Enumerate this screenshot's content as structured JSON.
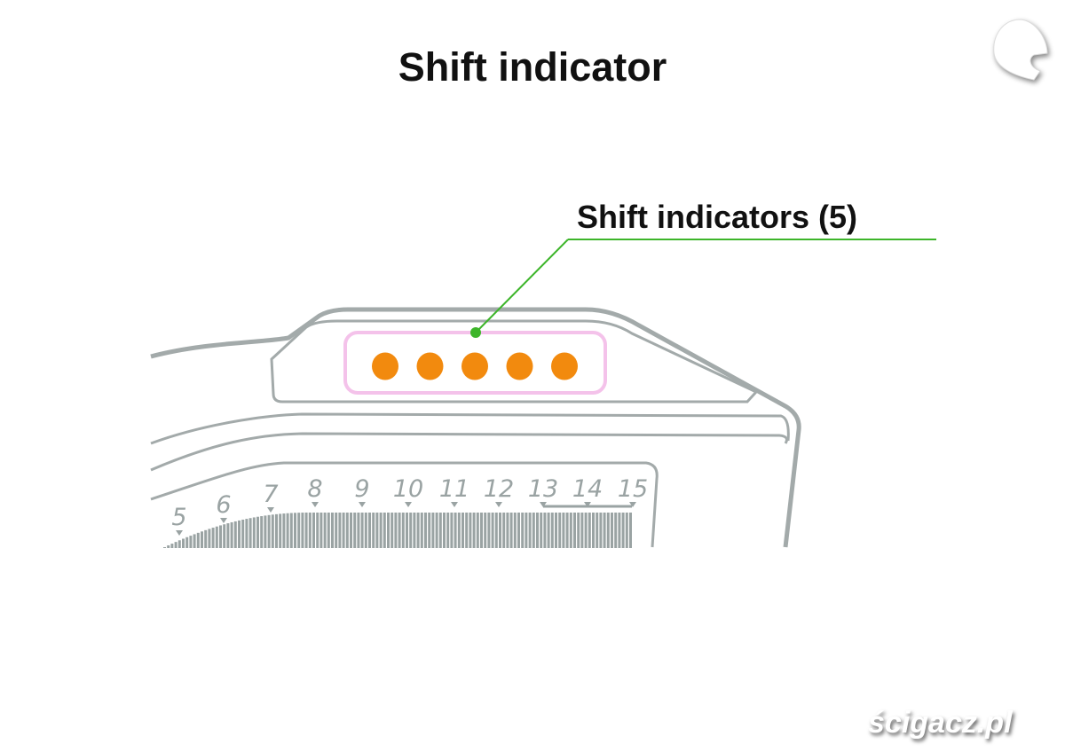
{
  "title": "Shift indicator",
  "callout": {
    "label": "Shift indicators (5)"
  },
  "indicator": {
    "count": 5,
    "color": "#f28a0e",
    "frame_color": "#f4c2ea",
    "leader_color": "#3db52a"
  },
  "tachometer": {
    "tick_labels": [
      "5",
      "6",
      "7",
      "8",
      "9",
      "10",
      "11",
      "12",
      "13",
      "14",
      "15"
    ],
    "color": "#9aa3a3"
  },
  "watermark": "ścigacz.pl",
  "logo": "helmet-logo"
}
